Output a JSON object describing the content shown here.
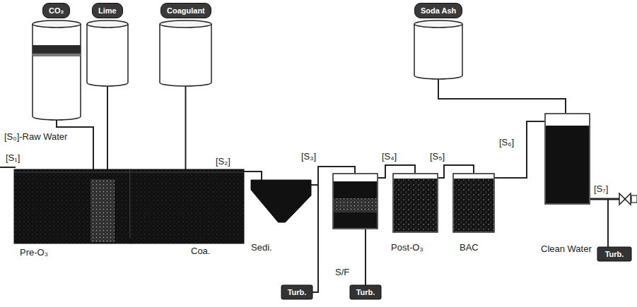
{
  "diagram": {
    "nodes": [
      {
        "text": [
          "CO₂"
        ]
      },
      {
        "text": [
          "Lime"
        ]
      },
      {
        "text": [
          "Coagulant"
        ]
      },
      {
        "text": [
          "Soda Ash"
        ]
      },
      {
        "text": [
          "Pre-O₃"
        ]
      },
      {
        "text": [
          "Coa."
        ]
      },
      {
        "text": [
          "Sedi."
        ]
      },
      {
        "text": [
          "S/F"
        ]
      },
      {
        "text": [
          "Post-O₃"
        ]
      },
      {
        "text": [
          "BAC"
        ]
      },
      {
        "text": [
          "Clean Water"
        ]
      },
      {
        "text": [
          "Turb."
        ]
      },
      {
        "text": [
          "Turb."
        ]
      },
      {
        "text": [
          "Turb."
        ]
      }
    ],
    "edges": [
      {
        "from": 0,
        "to": 4,
        "arrow": "none"
      },
      {
        "from": 1,
        "to": 4,
        "arrow": "none"
      },
      {
        "from": 2,
        "to": 5,
        "arrow": "none"
      },
      {
        "from": 5,
        "to": 6,
        "arrow": "none"
      },
      {
        "from": 6,
        "to": 7,
        "arrow": "none"
      },
      {
        "from": 6,
        "to": 11,
        "arrow": "none"
      },
      {
        "from": 7,
        "to": 12,
        "arrow": "none"
      },
      {
        "from": 7,
        "to": 8,
        "arrow": "none"
      },
      {
        "from": 8,
        "to": 9,
        "arrow": "none"
      },
      {
        "from": 9,
        "to": 10,
        "arrow": "none"
      },
      {
        "from": 3,
        "to": 10,
        "arrow": "none"
      },
      {
        "from": 10,
        "to": 13,
        "arrow": "none"
      }
    ],
    "labels": [
      "[S₀]-Raw Water",
      "[S₁]",
      "[S₂]",
      "[S₃]",
      "[S₄]",
      "[S₅]",
      "[S₆]",
      "[S₇]"
    ]
  }
}
